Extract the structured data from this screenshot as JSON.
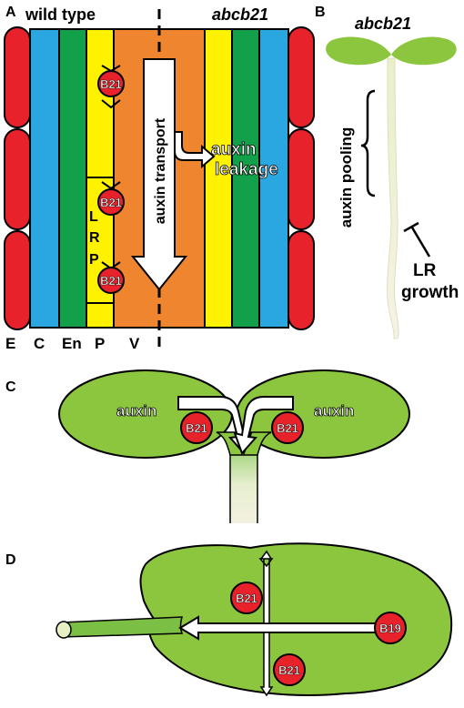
{
  "panels": {
    "a": {
      "letter": "A",
      "left_title": "wild type",
      "right_title": "abcb21",
      "transport_label": "auxin transport",
      "leakage_line1": "auxin",
      "leakage_line2": "leakage",
      "lrp": [
        "L",
        "R",
        "P"
      ],
      "transporter": "B21",
      "tissue_labels": [
        "E",
        "C",
        "En",
        "P",
        "V"
      ],
      "colors": {
        "epidermis": "#e8222a",
        "cortex": "#2aa7e0",
        "endodermis": "#13a04a",
        "pericycle": "#fff200",
        "vasculature": "#f0852f"
      }
    },
    "b": {
      "letter": "B",
      "title": "abcb21",
      "pooling_label": "auxin pooling",
      "lr_line1": "LR",
      "lr_line2": "growth"
    },
    "c": {
      "letter": "C",
      "auxin_left": "auxin",
      "auxin_right": "auxin",
      "transporter": "B21"
    },
    "d": {
      "letter": "D",
      "transporter_top": "B21",
      "transporter_bottom": "B21",
      "transporter_tip": "B19"
    },
    "colors": {
      "leaf_green": "#8cc63f",
      "stem_cream": "#f1f1d9",
      "red": "#e8222a"
    }
  }
}
